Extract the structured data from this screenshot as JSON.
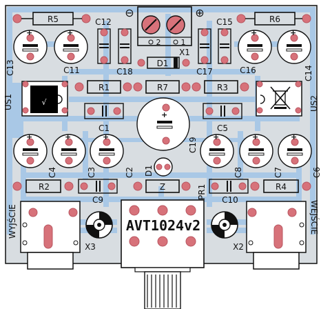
{
  "board": {
    "title": "AVT1024v2",
    "colors": {
      "board": "#d8dde1",
      "traces": "#a9c8e6",
      "pads": "#d7727a",
      "pad_edge": "#b85560",
      "silk": "#111111"
    }
  },
  "labels": {
    "resistors": [
      "R5",
      "R6",
      "R1",
      "R7",
      "R3",
      "R2",
      "R4"
    ],
    "caps_film": [
      "C12",
      "C15",
      "C18",
      "C17",
      "C1",
      "C5",
      "C9",
      "C10"
    ],
    "caps_elec": [
      "C13",
      "C11",
      "C16",
      "C14",
      "C19",
      "C4",
      "C3",
      "C2",
      "C8",
      "C7",
      "C6"
    ],
    "connector_x1": "X1",
    "connector_x2": "X2",
    "connector_x3": "X3",
    "diode_d1": "D1",
    "led_d1": "D1",
    "us1": "US1",
    "us2": "US2",
    "pr1": "PR1",
    "z": "Z",
    "terminal_minus": "⊖",
    "terminal_plus": "⊕",
    "term_pin2": "2",
    "term_pin1": "1",
    "jack_left": "WYJŚCIE",
    "jack_right": "WEJŚCIE",
    "sqrt_sym": "√"
  },
  "icons": {
    "x3_jack": "jack-socket-icon",
    "x2_jack": "jack-socket-icon",
    "us2_missing": "crossed-bin-icon"
  }
}
